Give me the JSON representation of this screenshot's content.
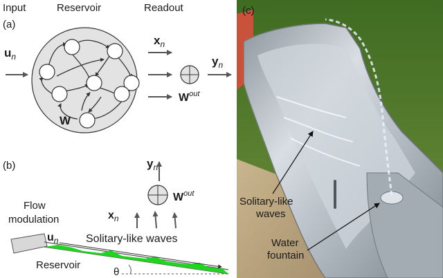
{
  "panel_a": {
    "letter": "(a)",
    "header_input": "Input",
    "header_reservoir": "Reservoir",
    "header_readout": "Readout",
    "input_symbol": "u",
    "input_subscript": "n",
    "state_symbol": "x",
    "state_subscript": "n",
    "weights_symbol": "W",
    "output_weights_symbol": "W",
    "output_weights_superscript": "out",
    "output_symbol": "y",
    "output_subscript": "n"
  },
  "panel_b": {
    "letter": "(b)",
    "output_symbol": "y",
    "output_subscript": "n",
    "output_weights_symbol": "W",
    "output_weights_superscript": "out",
    "state_symbol": "x",
    "state_subscript": "n",
    "flow_label_line1": "Flow",
    "flow_label_line2": "modulation",
    "input_symbol": "u",
    "input_subscript": "n",
    "waves_label": "Solitary-like waves",
    "reservoir_label": "Reservoir",
    "angle_symbol": "θ"
  },
  "panel_c": {
    "letter": "(c)",
    "waves_label_line1": "Solitary-like",
    "waves_label_line2": "waves",
    "fountain_label_line1": "Water",
    "fountain_label_line2": "fountain"
  },
  "colors": {
    "reservoir_fill": "#e3e3e3",
    "wave_green": "#1fd51f",
    "arrow_gray": "#555555",
    "grass": "#4f7a2c",
    "steel": "#b9c1c9"
  }
}
